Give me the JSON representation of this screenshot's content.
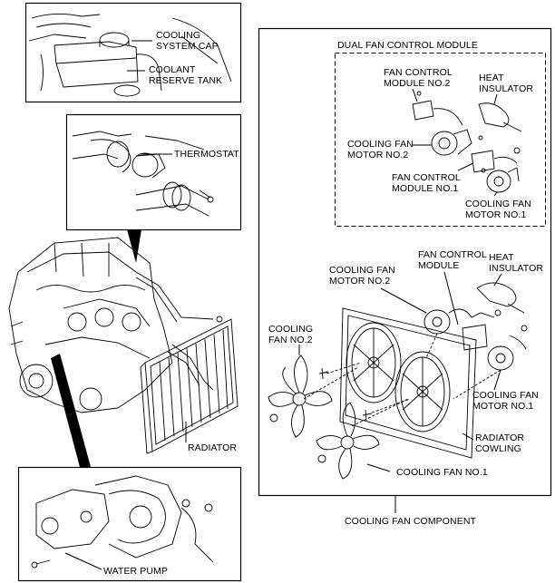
{
  "labels": {
    "cooling_system_cap": "COOLING\nSYSTEM CAP",
    "coolant_reserve_tank": "COOLANT\nRESERVE TANK",
    "thermostat": "THERMOSTAT",
    "radiator": "RADIATOR",
    "water_pump": "WATER PUMP",
    "dual_fan_control_module": "DUAL FAN CONTROL MODULE",
    "dual_fan_control_module_no2": "FAN CONTROL\nMODULE NO.2",
    "dual_heat_insulator": "HEAT\nINSULATOR",
    "dual_cooling_fan_motor_no2": "COOLING FAN\nMOTOR NO.2",
    "dual_fan_control_module_no1": "FAN CONTROL\nMODULE NO.1",
    "dual_cooling_fan_motor_no1": "COOLING FAN\nMOTOR NO.1",
    "fan_control_module": "FAN CONTROL\nMODULE",
    "heat_insulator": "HEAT\nINSULATOR",
    "cooling_fan_motor_no2": "COOLING FAN\nMOTOR NO.2",
    "cooling_fan_no2": "COOLING\nFAN NO.2",
    "cooling_fan_motor_no1": "COOLING FAN\nMOTOR NO.1",
    "radiator_cowling": "RADIATOR\nCOWLING",
    "cooling_fan_no1": "COOLING FAN NO.1",
    "cooling_fan_component": "COOLING FAN COMPONENT"
  }
}
